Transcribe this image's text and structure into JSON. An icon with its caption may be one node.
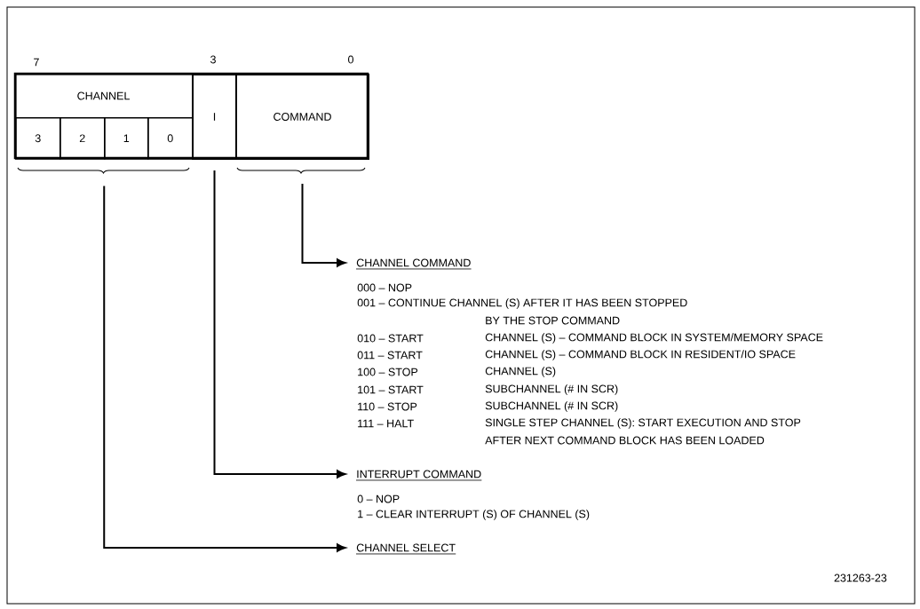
{
  "diagram": {
    "nodes": [
      {
        "text": [
          "CHANNEL"
        ]
      },
      {
        "text": [
          "3"
        ],
        "in": 0
      },
      {
        "text": [
          "2"
        ],
        "in": 0
      },
      {
        "text": [
          "1"
        ],
        "in": 0
      },
      {
        "text": [
          "0"
        ],
        "in": 0
      },
      {
        "text": [
          "I"
        ]
      },
      {
        "text": [
          "COMMAND"
        ]
      },
      {
        "text": [
          "CHANNEL COMMAND"
        ]
      },
      {
        "text": [
          "INTERRUPT COMMAND"
        ]
      },
      {
        "text": [
          "CHANNEL SELECT"
        ]
      }
    ],
    "edges": [
      {
        "from": 6,
        "to": 7,
        "arrow": "to"
      },
      {
        "from": 5,
        "to": 8,
        "arrow": "to"
      },
      {
        "from": 0,
        "to": 9,
        "arrow": "to"
      }
    ],
    "labels": [
      "7",
      "3",
      "0",
      "000 – NOP",
      "001 – CONTINUE CHANNEL (S) AFTER IT HAS BEEN STOPPED",
      "BY THE STOP COMMAND",
      "010 – START",
      "CHANNEL (S) – COMMAND BLOCK IN SYSTEM/MEMORY SPACE",
      "011 – START",
      "CHANNEL (S) – COMMAND BLOCK IN RESIDENT/IO SPACE",
      "100 – STOP",
      "CHANNEL (S)",
      "101 – START",
      "SUBCHANNEL (# IN SCR)",
      "110 – STOP",
      "SUBCHANNEL (# IN SCR)",
      "111 – HALT",
      "SINGLE STEP CHANNEL (S): START EXECUTION AND STOP",
      "AFTER NEXT COMMAND BLOCK HAS BEEN LOADED",
      "0 – NOP",
      "1 – CLEAR INTERRUPT (S) OF CHANNEL (S)",
      "231263-23"
    ]
  }
}
